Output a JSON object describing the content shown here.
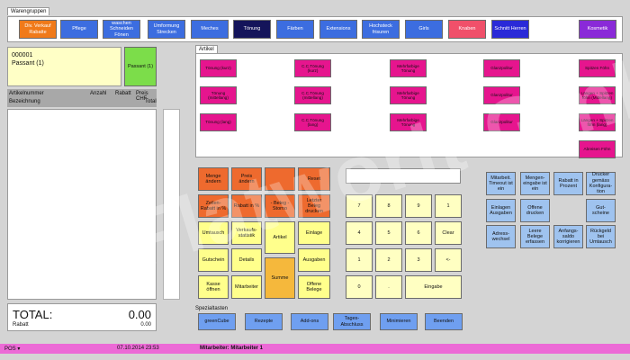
{
  "groups_tab": "Warengruppen",
  "categories": [
    {
      "label": "Div. Verkauf Rabatte",
      "color": "#f07a1a",
      "text": "#ffffff"
    },
    {
      "label": "Pflege",
      "color": "#3c6de0",
      "text": "#ffffff"
    },
    {
      "label": "waschen Schneiden Fönen",
      "color": "#3c6de0",
      "text": "#ffffff"
    },
    {
      "label": "Umformung Strecken",
      "color": "#3c6de0",
      "text": "#ffffff"
    },
    {
      "label": "Meches",
      "color": "#3c6de0",
      "text": "#ffffff"
    },
    {
      "label": "Tönung",
      "color": "#14145a",
      "text": "#ffffff"
    },
    {
      "label": "Färben",
      "color": "#3c6de0",
      "text": "#ffffff"
    },
    {
      "label": "Extensions",
      "color": "#3c6de0",
      "text": "#ffffff"
    },
    {
      "label": "Hochsteck frisuren",
      "color": "#3c6de0",
      "text": "#ffffff"
    },
    {
      "label": "Girls",
      "color": "#3c6de0",
      "text": "#ffffff"
    },
    {
      "label": "Knaben",
      "color": "#f0506a",
      "text": "#ffffff"
    },
    {
      "label": "Schnitt Herren",
      "color": "#2a2ad8",
      "text": "#ffffff"
    },
    {
      "label": "Kosmetik",
      "color": "#8a2ad8",
      "text": "#ffffff"
    }
  ],
  "customer": {
    "number": "000001",
    "name": "Passant (1)",
    "button": "Passant (1)"
  },
  "receipt_header": {
    "col1": "Artikelnummer",
    "col2": "Anzahl",
    "col3": "Rabatt",
    "col4": "Preis CHF",
    "row2a": "Bezeichnung",
    "row2b": "Total"
  },
  "total": {
    "label": "TOTAL:",
    "amount": "0.00",
    "rabatt_label": "Rabatt",
    "rabatt_amount": "0.00"
  },
  "articles_tab": "Artikel",
  "articles": [
    [
      "Tönung (kurz)",
      "C.C.Tönung (kurz)",
      "Mehrfarbige Tönung",
      "Glanzpolitur",
      "Spitzen Föhn"
    ],
    [
      "Tönung (mittellang)",
      "C.C.Tönung (mittellang)",
      "Mehrfarbige Tönung",
      "Glanzpolitur",
      "Längen + Spitzen föhn (Mittellang)"
    ],
    [
      "Tönung (lang)",
      "C.C.Tönung (lang)",
      "Mehrfarbige Tönung",
      "Glanzpolitur",
      "Längen + Spitzen föhn (lang)"
    ],
    [
      "",
      "",
      "",
      "",
      "Abreisen Föhn"
    ]
  ],
  "func_buttons": {
    "menge": "Menge ändern",
    "preis": "Preis ändern",
    "reset": "Reset",
    "zeilen_rabatt": "Zeilen-Rabatt in %",
    "rabatt_in": "Rabatt in %",
    "beleg_storno": "- Beleg - Storno",
    "letzter_beleg": "Letzter Beleg drucken",
    "umtausch": "Umtausch",
    "verkaufs": "Verkaufs-statistik",
    "artikel": "Artikel",
    "einlage": "Einlage",
    "gutschein": "Gutschein",
    "details": "Details",
    "summe": "Summe",
    "ausgaben": "Ausgaben",
    "kasse": "Kasse öffnen",
    "mitarbeiter": "Mitarbeiter",
    "offene": "Offene Belege"
  },
  "keypad": {
    "k7": "7",
    "k8": "8",
    "k9": "9",
    "k1top": "1",
    "k4": "4",
    "k5": "5",
    "k6": "6",
    "clear": "Clear",
    "k1": "1",
    "k2": "2",
    "k3": "3",
    "back": "<-",
    "k0": "0",
    "dot": ".",
    "enter": "Eingabe",
    "input_value": ""
  },
  "side_buttons": [
    [
      "Mitarbeit. Timeout ist ein",
      "Mengen-eingabe ist ein",
      "Rabatt in Prozent",
      "Drucker gemäss Konfigura-tion"
    ],
    [
      "Einlagen Ausgaben",
      "Offene drucken",
      "",
      "Gut-scheine"
    ],
    [
      "Adress-wechsel",
      "Leere Belege erfassen",
      "Anfangs-saldo korrigieren",
      "Rückgeld bei Umtausch"
    ]
  ],
  "special_label": "Spezialtasten",
  "special_buttons": [
    "greenCube",
    "Rezepte",
    "Add-ons",
    "Tages-Abschluss",
    "Minimieren",
    "Beenden"
  ],
  "status": {
    "pos": "POS ▾",
    "datetime": "07.10.2014 23:53",
    "employee": "Mitarbeiter: Mitarbeiter 1"
  },
  "watermark": "©Flatworlt GmbH",
  "colors": {
    "pink": "#e6158e",
    "orange": "#ee6a2e",
    "yellow": "#ffff8c",
    "yellow_light": "#ffffc2",
    "blue_light": "#9fc3ef",
    "status_pink": "#ec6ad6",
    "green": "#7cdd4a"
  }
}
